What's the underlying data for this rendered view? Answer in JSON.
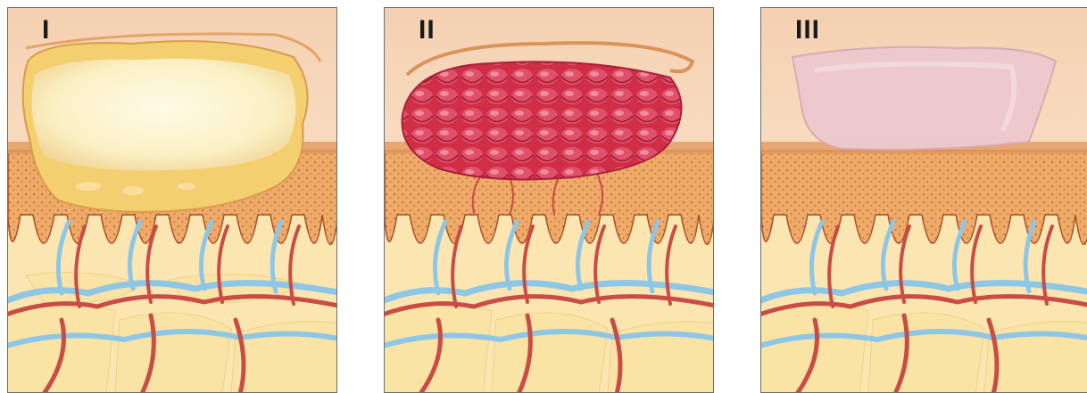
{
  "panels": [
    {
      "stage_label": "I",
      "lesion": "yellow-white"
    },
    {
      "stage_label": "II",
      "lesion": "red-granulation"
    },
    {
      "stage_label": "III",
      "lesion": "pale-pink"
    }
  ],
  "colors": {
    "upper_skin": "#f6d4b4",
    "epidermis": "#eeaa68",
    "epidermis_dots": "#b8602e",
    "dermis": "#fbe6b2",
    "fat_lobule": "#f9e4a6",
    "artery": "#c94c45",
    "vein": "#8ec6e6",
    "lesion_stage_1": "#fbf3cc",
    "lesion_stage_1_base": "#f4cf70",
    "lesion_stage_2": "#d9344a",
    "lesion_stage_3": "#edc9cf",
    "border": "#6d6d6d"
  }
}
